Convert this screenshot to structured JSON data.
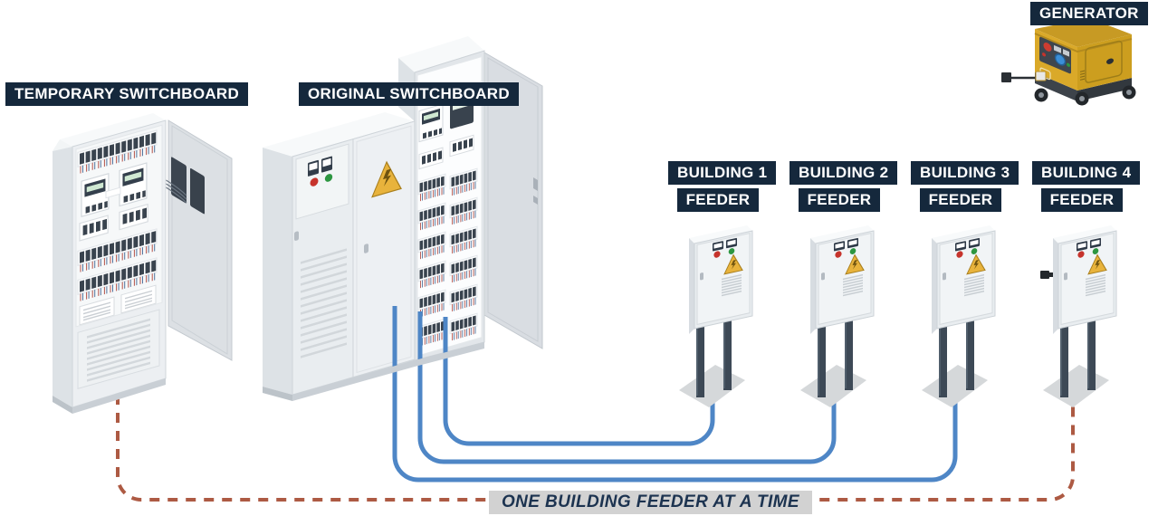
{
  "diagram": {
    "labels": {
      "temporary_switchboard": "TEMPORARY SWITCHBOARD",
      "original_switchboard": "ORIGINAL SWITCHBOARD",
      "generator": "GENERATOR"
    },
    "feeders": [
      {
        "building": "BUILDING 1",
        "feeder": "FEEDER"
      },
      {
        "building": "BUILDING 2",
        "feeder": "FEEDER"
      },
      {
        "building": "BUILDING 3",
        "feeder": "FEEDER"
      },
      {
        "building": "BUILDING 4",
        "feeder": "FEEDER"
      }
    ],
    "note": "ONE BUILDING FEEDER AT A TIME",
    "connections": [
      {
        "from": "original-switchboard",
        "to": "building-1-feeder",
        "style": "solid"
      },
      {
        "from": "original-switchboard",
        "to": "building-2-feeder",
        "style": "solid"
      },
      {
        "from": "original-switchboard",
        "to": "building-3-feeder",
        "style": "solid"
      },
      {
        "from": "temporary-switchboard",
        "to": "building-4-feeder",
        "style": "dashed"
      }
    ],
    "colors": {
      "label_bg": "#15283c",
      "label_text": "#ffffff",
      "note_bg": "#d2d2d2",
      "note_text": "#1c3350",
      "feeder_line": "#4e86c6",
      "temporary_line": "#ad5a43",
      "cabinet_light": "#eceff2",
      "cabinet_shade": "#dde2e6",
      "breaker_dark": "#39434e",
      "warning_yellow": "#e8b33c",
      "indicator_red": "#c6332c",
      "indicator_green": "#2d9641",
      "generator_yellow": "#d5a428"
    }
  }
}
